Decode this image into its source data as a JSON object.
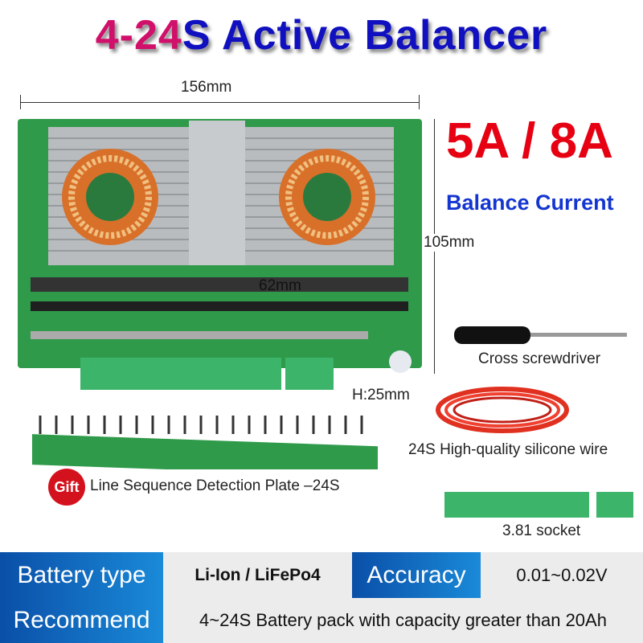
{
  "title": {
    "part1": "4-24",
    "part2": "S Active Balancer"
  },
  "dimensions": {
    "width": "156mm",
    "height": "105mm",
    "inner": "62mm",
    "thickness": "H:25mm"
  },
  "current": {
    "value": "5A / 8A",
    "label": "Balance Current"
  },
  "accessories": {
    "screwdriver": "Cross screwdriver",
    "wire": "24S High-quality silicone wire",
    "gift_badge": "Gift",
    "plate": "Line Sequence Detection Plate –24S",
    "socket": "3.81 socket"
  },
  "specs": {
    "battery_type_label": "Battery type",
    "battery_type_value": "Li-Ion / LiFePo4",
    "accuracy_label": "Accuracy",
    "accuracy_value": "0.01~0.02V",
    "recommend_label": "Recommend",
    "recommend_value": "4~24S Battery pack with capacity greater than 20Ah"
  },
  "colors": {
    "pcb": "#2f9a4a",
    "accent_red": "#e60012",
    "accent_blue": "#1436d0",
    "table_blue": "#0a64c0"
  }
}
